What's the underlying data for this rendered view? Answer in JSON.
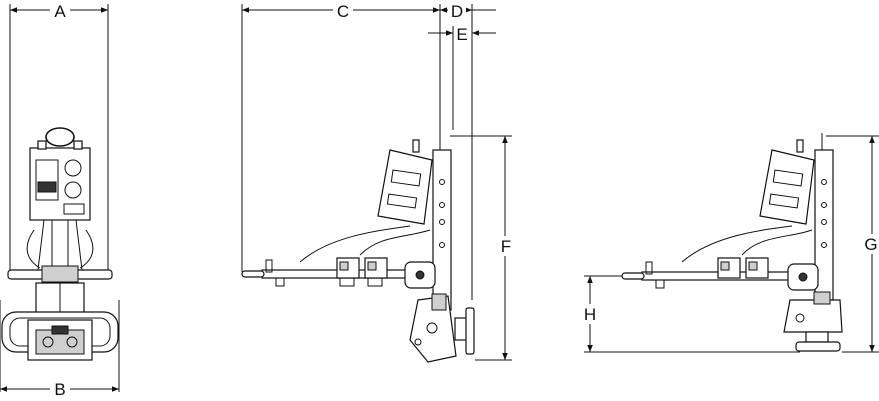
{
  "dimensions": {
    "A": "A",
    "B": "B",
    "C": "C",
    "D": "D",
    "E": "E",
    "F": "F",
    "G": "G",
    "H": "H"
  },
  "colors": {
    "line": "#111111",
    "fill": "#ffffff",
    "shade": "#cfcfcf"
  }
}
